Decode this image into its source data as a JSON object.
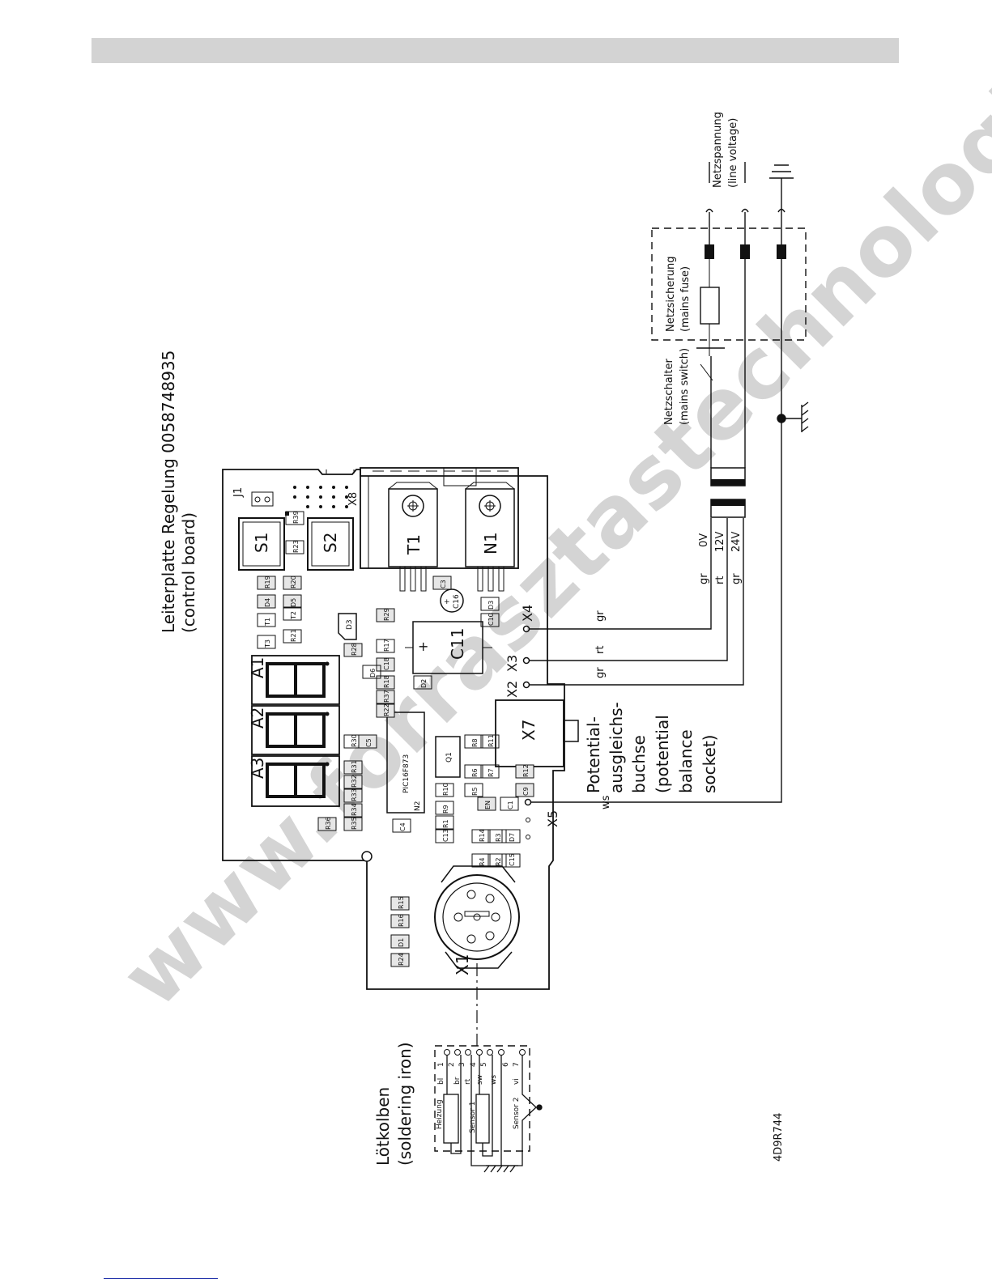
{
  "title": {
    "line1": "Leiterplatte Regelung   0058748935",
    "line2": "(control board)"
  },
  "iron": {
    "line1": "Lötkolben",
    "line2": "(soldering iron)"
  },
  "line_voltage": {
    "line1": "Netzspannung",
    "line2": "(line voltage)"
  },
  "mains_fuse": {
    "line1": "Netzsicherung",
    "line2": "(mains fuse)"
  },
  "mains_switch": {
    "line1": "Netzschalter",
    "line2": "(mains switch)"
  },
  "potential_socket": {
    "lines": [
      "Potential-",
      "ausgleichs-",
      "buchse",
      "(potential",
      "balance",
      "socket)"
    ]
  },
  "drawing_number": "4D9R744",
  "watermark": "www.forrasztastechnologia.hu",
  "transformer_taps": [
    "0V",
    "12V",
    "24V"
  ],
  "wire_colors": {
    "x4": "gr",
    "x3": "rt",
    "x2": "gr",
    "x5": "ws",
    "t0": "gr",
    "t12": "rt",
    "t24": "gr"
  },
  "connectors": {
    "x1": "X1",
    "x2": "X2",
    "x3": "X3",
    "x4": "X4",
    "x5": "X5",
    "x7": "X7",
    "x8": "X8",
    "j1": "J1"
  },
  "displays": [
    "A1",
    "A2",
    "A3"
  ],
  "big_parts": {
    "s1": "S1",
    "s2": "S2",
    "t1": "T1",
    "n1": "N1",
    "c11": "C11",
    "c16": "C16",
    "ic": "PIC16F873",
    "n2": "N2",
    "q1": "Q1",
    "d3": "D3"
  },
  "components": [
    "R39",
    "R23",
    "R19",
    "R20",
    "D4",
    "D5",
    "T1",
    "T2",
    "R21",
    "T3",
    "R28",
    "R17",
    "C18",
    "R18",
    "D6",
    "R37",
    "R22",
    "D2",
    "R29",
    "C3",
    "D3",
    "C10",
    "R30",
    "C5",
    "R31",
    "R32",
    "R33",
    "R34",
    "R35",
    "R36",
    "C4",
    "R8",
    "R11",
    "R6",
    "R5",
    "R7",
    "R12",
    "C9",
    "R10",
    "R9",
    "R1",
    "C13",
    "EN",
    "C1",
    "R14",
    "R3",
    "D7",
    "R4",
    "R2",
    "C15",
    "R15",
    "R16",
    "D1",
    "R24"
  ],
  "iron_pins": [
    "1",
    "2",
    "3",
    "4",
    "5",
    "6",
    "7"
  ],
  "iron_wire_colors": [
    "bl",
    "br",
    "rt",
    "sw",
    "ws",
    "vi"
  ],
  "iron_elements": [
    "Heizung",
    "Sensor 1",
    "Sensor 2"
  ]
}
